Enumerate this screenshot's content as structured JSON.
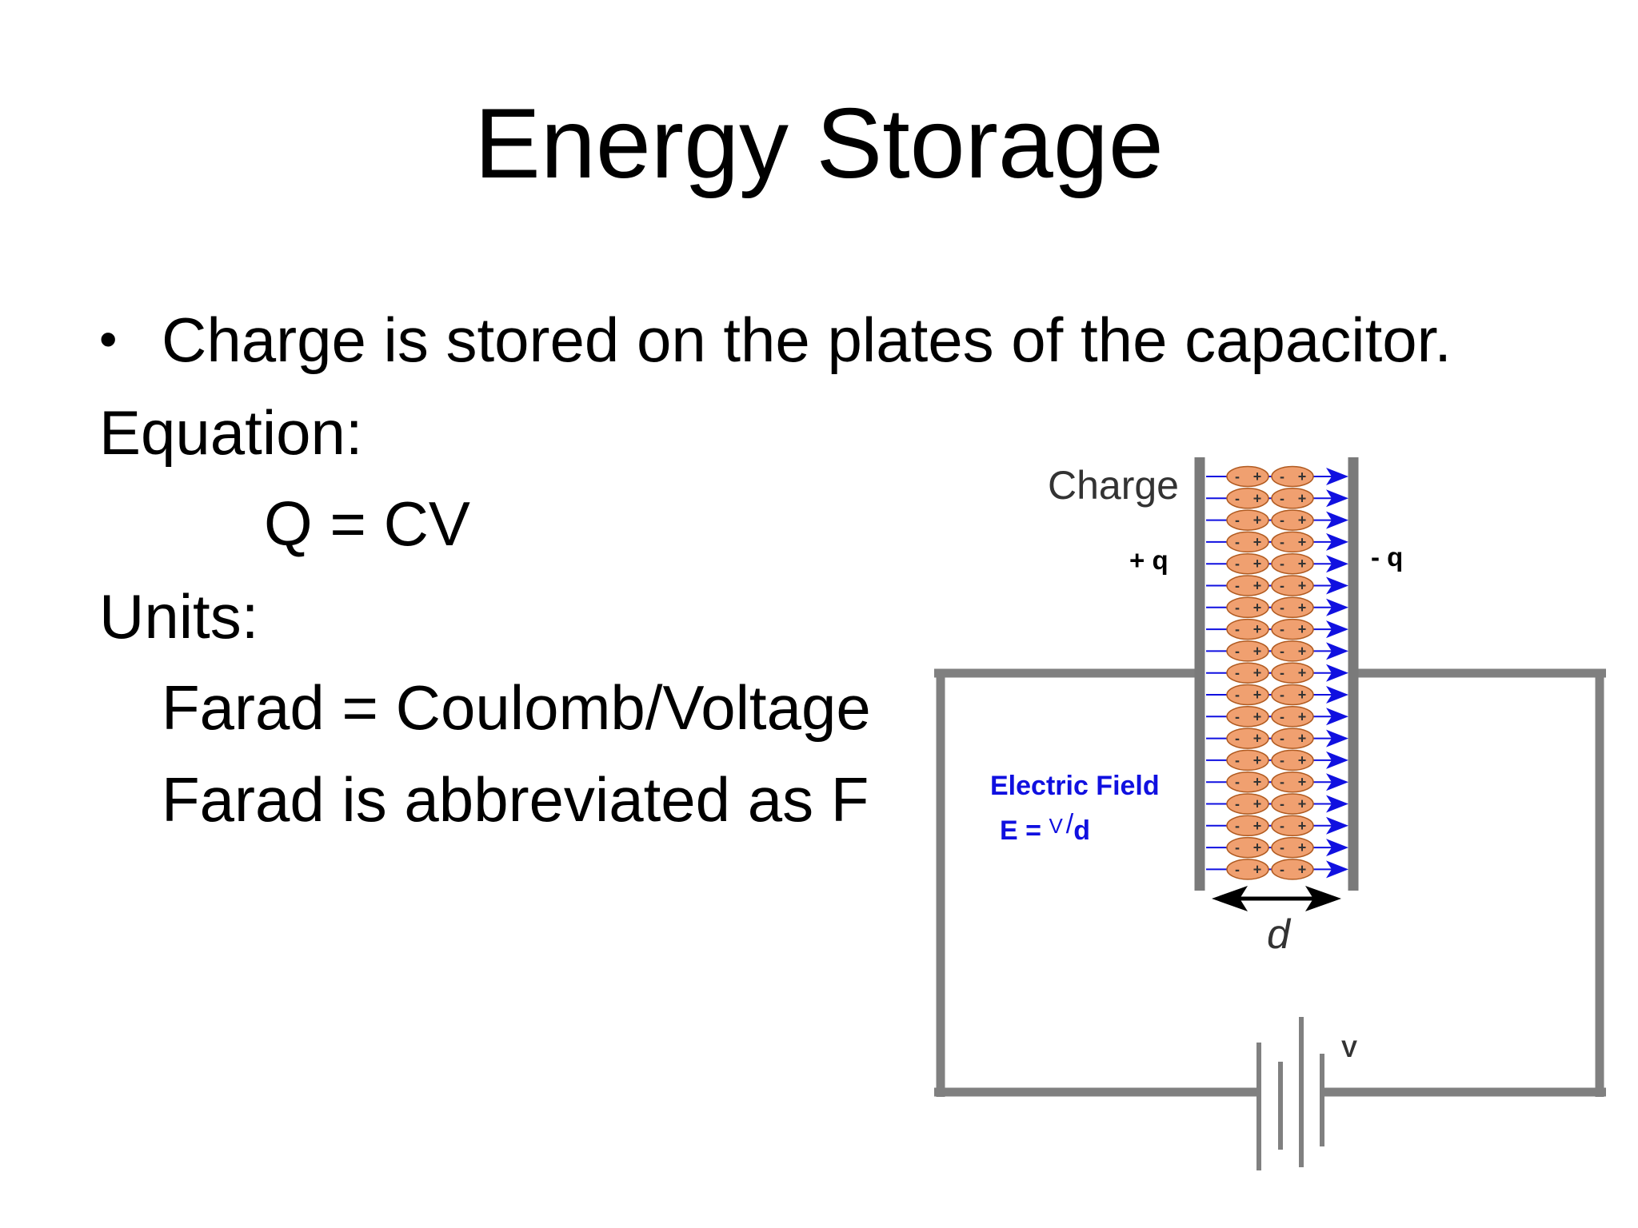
{
  "slide": {
    "title": "Energy Storage",
    "bullet": "Charge is stored on the plates of the capacitor.",
    "equation_label": "Equation:",
    "equation": "Q = CV",
    "units_label": "Units:",
    "unit_definition": "Farad = Coulomb/Voltage",
    "unit_abbreviation": "Farad is abbreviated as F"
  },
  "diagram": {
    "charge_label": "Charge",
    "plus_q_label": "+ q",
    "minus_q_label": "- q",
    "field_label": "Electric Field",
    "field_eq_prefix": "E = ",
    "field_eq_v": "V",
    "field_eq_slash": "/",
    "field_eq_d": "d",
    "distance_label": "d",
    "voltage_label": "V",
    "dipole_minus": "-",
    "dipole_plus": "+",
    "colors": {
      "wire": "#808080",
      "plate": "#7a7a7a",
      "field": "#1010e0",
      "dipole_fill": "#f0a070",
      "dipole_stroke": "#b05a20"
    }
  }
}
